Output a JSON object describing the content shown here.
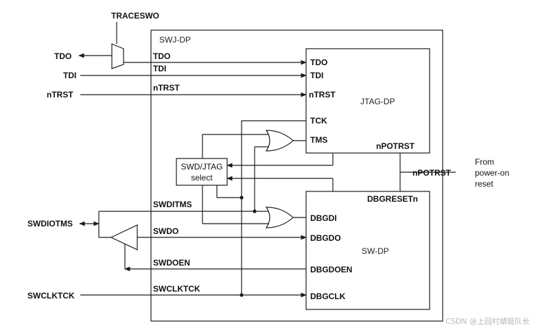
{
  "diagram": {
    "outer_title": "SWJ-DP",
    "jtag_dp": {
      "title": "JTAG-DP",
      "ports": [
        "TDO",
        "TDI",
        "nTRST",
        "TCK",
        "TMS",
        "nPOTRST"
      ]
    },
    "sw_dp": {
      "title": "SW-DP",
      "ports": [
        "DBGRESETn",
        "DBGDI",
        "DBGDO",
        "DBGDOEN",
        "DBGCLK"
      ]
    },
    "select_block": {
      "line1": "SWD/JTAG",
      "line2": "select"
    },
    "external_pins": {
      "traceswo": "TRACESWO",
      "tdo": "TDO",
      "tdi": "TDI",
      "ntrst": "nTRST",
      "swdiotms": "SWDIOTMS",
      "swclktck": "SWCLKTCK"
    },
    "internal_signals": {
      "tdo": "TDO",
      "tdi": "TDI",
      "ntrst": "nTRST",
      "swditms": "SWDITMS",
      "swdo": "SWDO",
      "swdoen": "SWDOEN",
      "swclktck": "SWCLKTCK",
      "npotrst": "nPOTRST"
    },
    "power_on_note": {
      "line1": "From",
      "line2": "power-on",
      "line3": "reset"
    }
  },
  "watermark": "CSDN @上园村蜻蜓队长"
}
